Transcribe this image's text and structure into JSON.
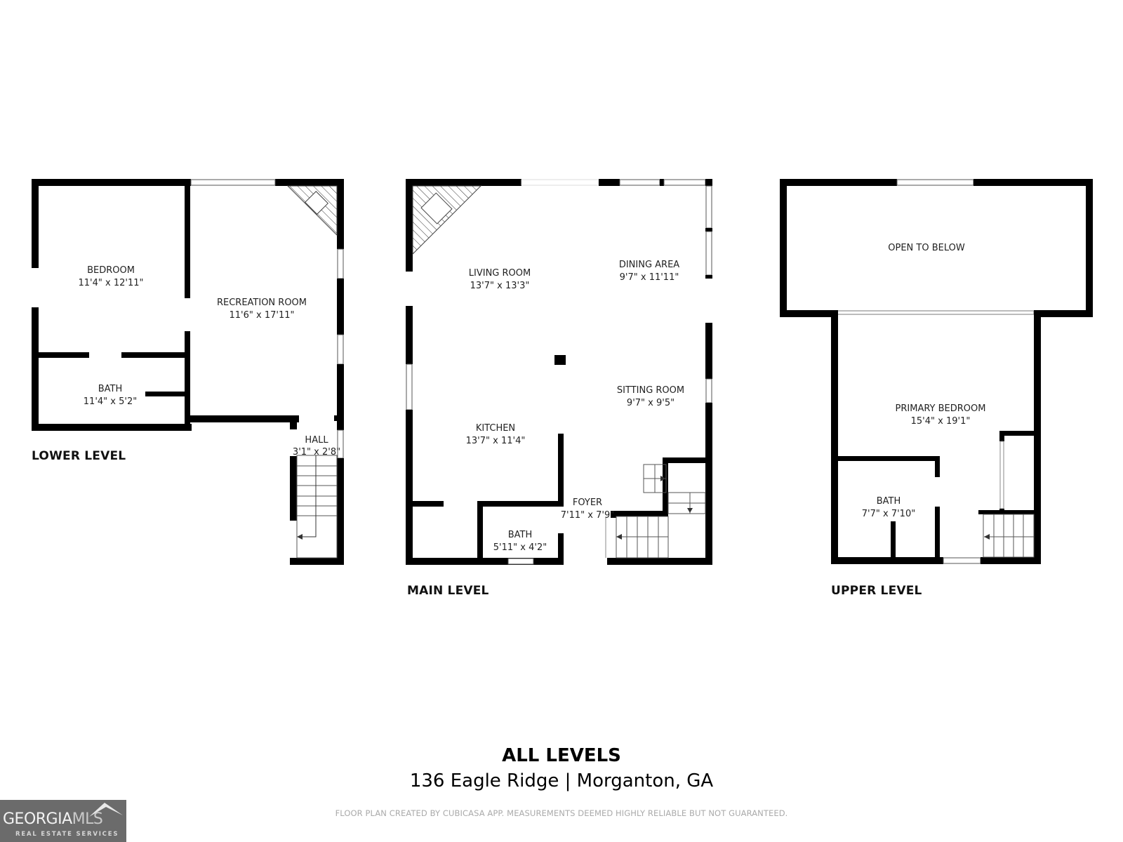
{
  "levels": {
    "lower": {
      "label": "LOWER LEVEL",
      "rooms": [
        {
          "name": "BEDROOM",
          "dims": "11'4\" x 12'11\""
        },
        {
          "name": "RECREATION ROOM",
          "dims": "11'6\" x 17'11\""
        },
        {
          "name": "BATH",
          "dims": "11'4\" x 5'2\""
        },
        {
          "name": "HALL",
          "dims": "3'1\" x 2'8\""
        }
      ]
    },
    "main": {
      "label": "MAIN LEVEL",
      "rooms": [
        {
          "name": "LIVING ROOM",
          "dims": "13'7\" x 13'3\""
        },
        {
          "name": "DINING AREA",
          "dims": "9'7\" x 11'11\""
        },
        {
          "name": "SITTING ROOM",
          "dims": "9'7\" x 9'5\""
        },
        {
          "name": "KITCHEN",
          "dims": "13'7\" x 11'4\""
        },
        {
          "name": "FOYER",
          "dims": "7'11\" x 7'9\""
        },
        {
          "name": "BATH",
          "dims": "5'11\" x 4'2\""
        }
      ]
    },
    "upper": {
      "label": "UPPER LEVEL",
      "rooms": [
        {
          "name": "OPEN TO BELOW",
          "dims": ""
        },
        {
          "name": "PRIMARY BEDROOM",
          "dims": "15'4\" x 19'1\""
        },
        {
          "name": "BATH",
          "dims": "7'7\" x 7'10\""
        }
      ]
    }
  },
  "footer": {
    "title": "ALL LEVELS",
    "address": "136 Eagle Ridge | Morganton, GA",
    "disclaimer": "FLOOR PLAN CREATED BY CUBICASA APP. MEASUREMENTS DEEMED HIGHLY RELIABLE BUT NOT GUARANTEED."
  },
  "logo": {
    "brand_bold": "GEORGIA",
    "brand_light": "MLS",
    "tagline": "REAL ESTATE SERVICES"
  },
  "colors": {
    "wall": "#000000",
    "background": "#ffffff",
    "disclaimer_text": "#aaaaaa",
    "logo_bg": "#6b6b6b"
  }
}
